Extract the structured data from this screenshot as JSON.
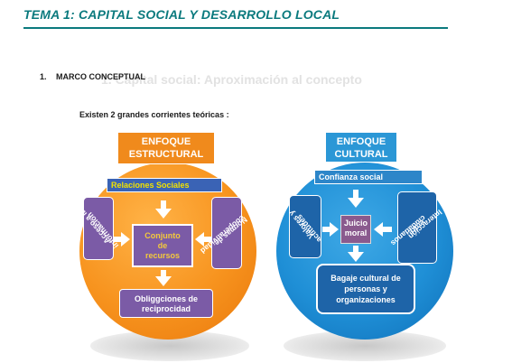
{
  "title": "TEMA 1: CAPITAL SOCIAL Y DESARROLLO LOCAL",
  "section": {
    "number": "1.",
    "label": "MARCO CONCEPTUAL",
    "ghost_text": "1. Capital social: Aproximación al concepto"
  },
  "intro": "Existen 2 grandes corrientes teóricas :",
  "structural": {
    "header": [
      "ENFOQUE",
      "ESTRUCTURAL"
    ],
    "bar": "Relaciones Sociales",
    "left": [
      "Acceso a la",
      "información"
    ],
    "right": [
      "Normas de",
      "cooperatividad"
    ],
    "center": [
      "Conjunto",
      "de",
      "recursos"
    ],
    "bottom": [
      "Obliggciones de",
      "reciprocidad"
    ]
  },
  "cultural": {
    "header": [
      "ENFOQUE",
      "CULTURAL"
    ],
    "bar": "Confianza social",
    "left": [
      "Valores y",
      "actitudes"
    ],
    "right": [
      "Interacción",
      "entre",
      "ciudadanos"
    ],
    "center": [
      "Juicio",
      "moral"
    ],
    "bottom": [
      "Bagaje cultural de",
      "personas y",
      "organizaciones"
    ]
  },
  "colors": {
    "teal": "#0b7a7e",
    "orange": "#f7931e",
    "blue": "#1f8fd6",
    "purple": "#7b5ba6",
    "yellow": "#f2e200"
  }
}
